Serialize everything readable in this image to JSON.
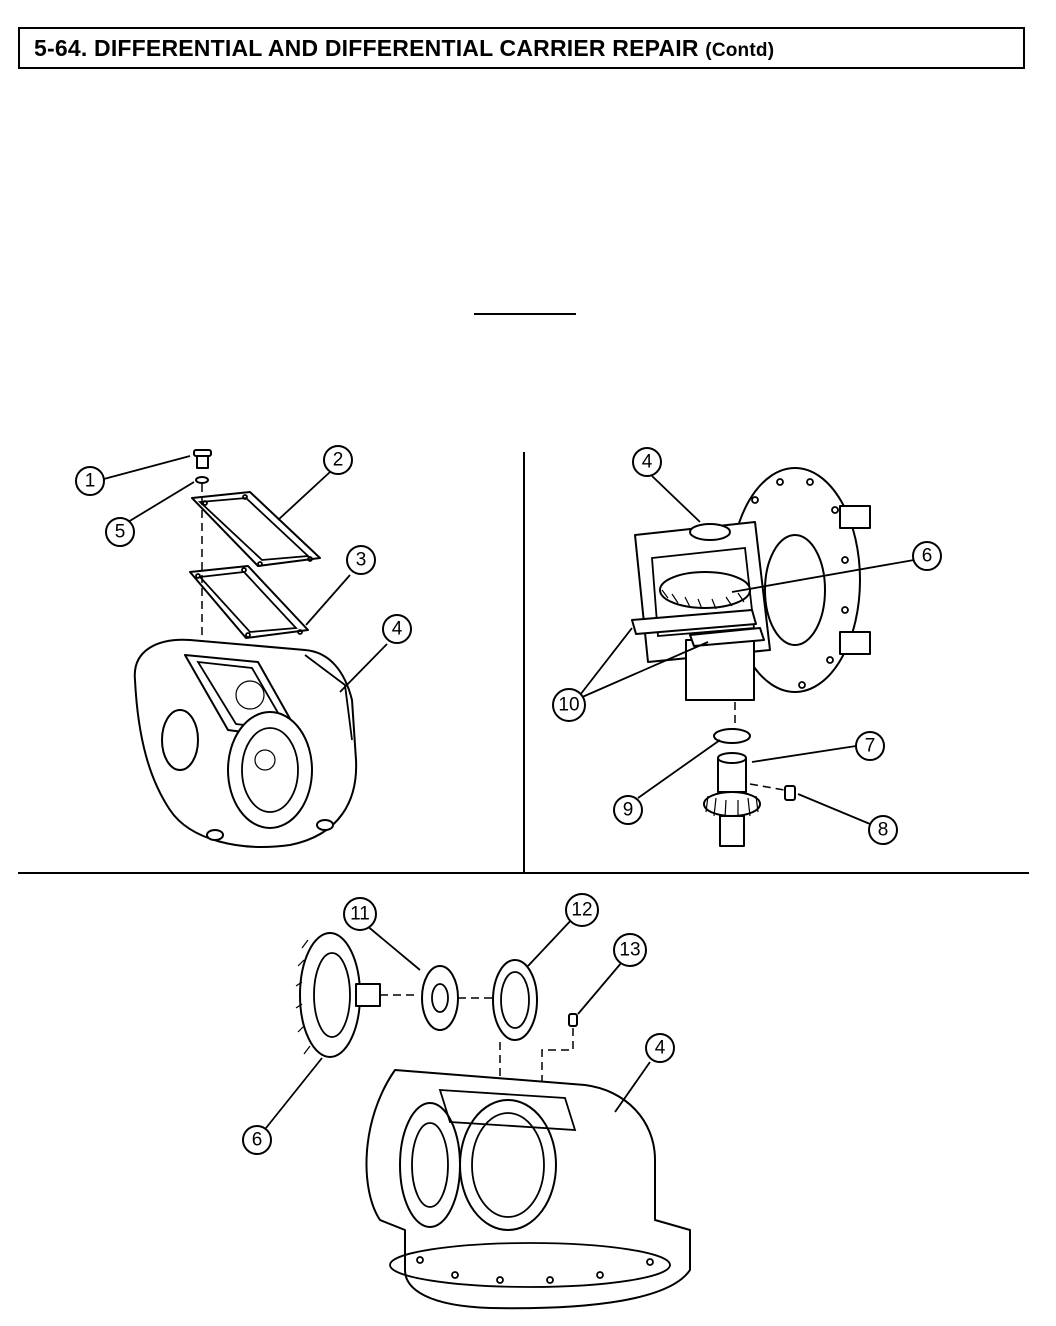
{
  "header": {
    "section_title": "5-64.  DIFFERENTIAL AND DIFFERENTIAL CARRIER REPAIR",
    "contd": "(Contd)"
  },
  "figure_upper_left": {
    "callouts": [
      "1",
      "2",
      "5",
      "3",
      "4"
    ]
  },
  "figure_upper_right": {
    "callouts": [
      "4",
      "6",
      "10",
      "7",
      "9",
      "8"
    ]
  },
  "figure_lower": {
    "callouts": [
      "11",
      "12",
      "13",
      "4",
      "6"
    ]
  }
}
